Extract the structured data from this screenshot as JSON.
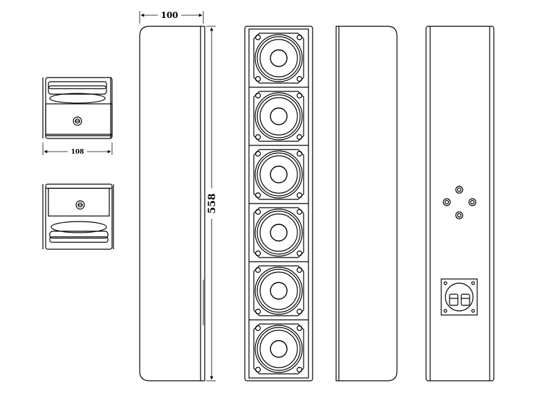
{
  "dimensions": {
    "top_width": "100",
    "bottom_width": "108",
    "height": "558"
  },
  "colors": {
    "line": "#000000",
    "background": "#ffffff"
  },
  "views": {
    "front_driver_count": 6,
    "rear_mount_bolt_count": 4,
    "terminal_post_count": 2
  }
}
